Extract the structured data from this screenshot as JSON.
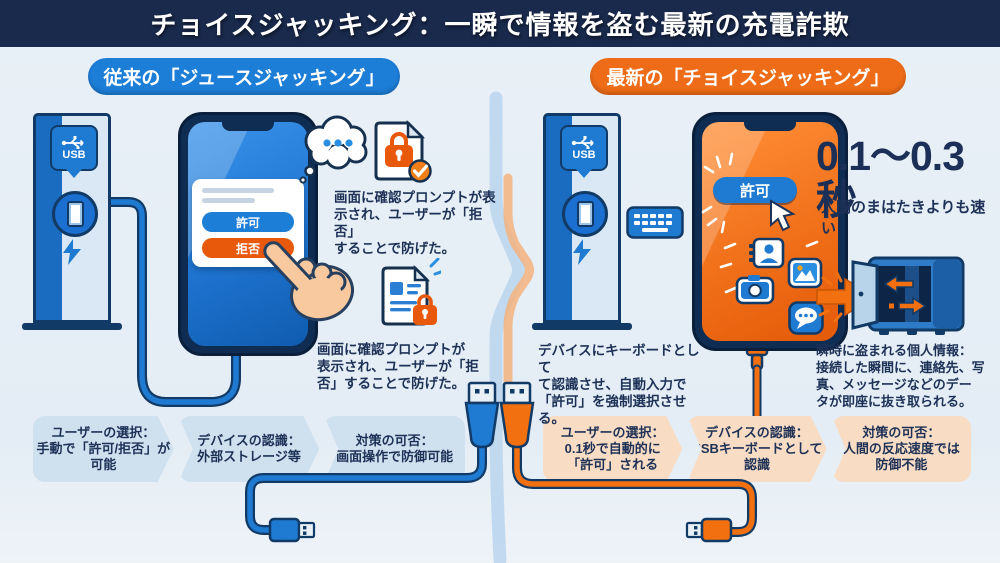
{
  "header": {
    "title": "チョイスジャッキング：一瞬で情報を盗む最新の充電詐欺"
  },
  "colors": {
    "header_bg": "#1a2a4d",
    "background": "#e7eef6",
    "blue": "#1d7ed8",
    "deep_blue": "#123a66",
    "orange": "#ee6c17",
    "deep_orange": "#e8590c",
    "text_navy": "#1d3157",
    "step_blue_bg": "#cfe0ee",
    "step_orange_bg": "#f8dcc4"
  },
  "left": {
    "badge": "従来の「ジュースジャッキング」",
    "kiosk_usb_label": "USB",
    "phone": {
      "allow": "許可",
      "deny": "拒否"
    },
    "note_top": "画面に確認プロンプトが表\n示され、ユーザーが「拒否」\nすることで防げた。",
    "note_bottom": "画面に確認プロンプトが\n表示され、ユーザーが「拒\n否」することで防げた。",
    "steps": [
      {
        "title": "ユーザーの選択：",
        "body": "手動で「許可/拒否」が\n可能"
      },
      {
        "title": "デバイスの認識：",
        "body": "外部ストレージ等"
      },
      {
        "title": "対策の可否：",
        "body": "画面操作で防御可能"
      }
    ]
  },
  "right": {
    "badge": "最新の「チョイスジャッキング」",
    "kiosk_usb_label": "USB",
    "phone": {
      "allow": "許可"
    },
    "speed_headline": "0.1〜0.3秒",
    "speed_sub": "人間のまはたきよりも速い",
    "note_keyboard": "デバイスにキーボードとして\nて認識させ、自動入力で\n「許可」を強制選択させる。",
    "note_stolen": "瞬時に盗まれる個人情報：\n接続した瞬間に、連絡先、写\n真、メッセージなどのデー\nタが即座に抜き取られる。",
    "steps": [
      {
        "title": "ユーザーの選択：",
        "body": "0.1秒で自動的に\n「許可」される"
      },
      {
        "title": "デバイスの認識：",
        "body": "USBキーボードとして\n認識"
      },
      {
        "title": "対策の可否：",
        "body": "人間の反応速度では\n防御不能"
      }
    ]
  }
}
